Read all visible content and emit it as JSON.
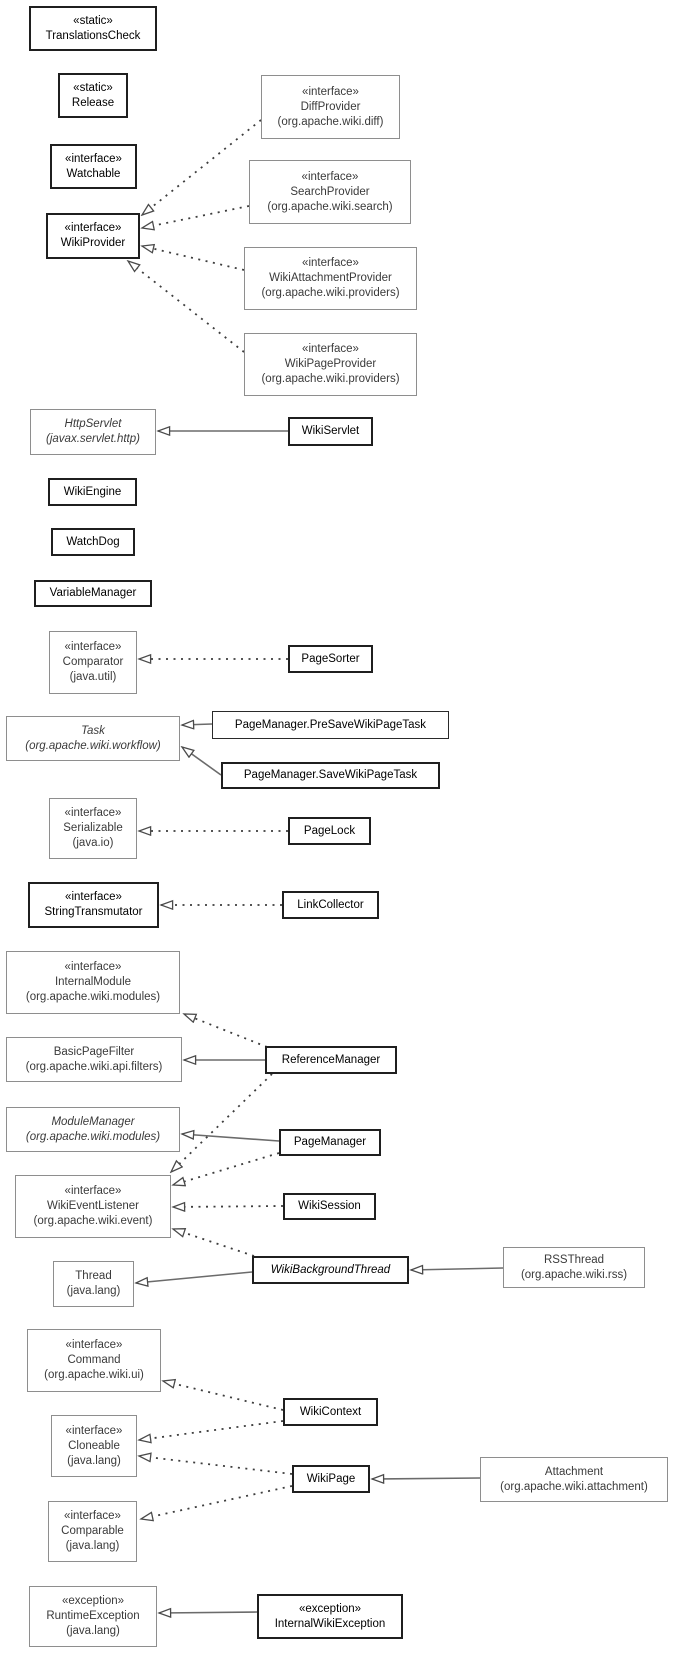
{
  "diagram": {
    "kind": "uml-class-diagram",
    "stereotype_static": "«static»",
    "stereotype_interface": "«interface»",
    "stereotype_exception": "«exception»"
  },
  "nodes": {
    "translations_check": {
      "stereotype": "«static»",
      "name": "TranslationsCheck"
    },
    "release": {
      "stereotype": "«static»",
      "name": "Release"
    },
    "watchable": {
      "stereotype": "«interface»",
      "name": "Watchable"
    },
    "wiki_provider": {
      "stereotype": "«interface»",
      "name": "WikiProvider"
    },
    "diff_provider": {
      "stereotype": "«interface»",
      "name": "DiffProvider",
      "package": "(org.apache.wiki.diff)"
    },
    "search_provider": {
      "stereotype": "«interface»",
      "name": "SearchProvider",
      "package": "(org.apache.wiki.search)"
    },
    "wiki_attachment_provider": {
      "stereotype": "«interface»",
      "name": "WikiAttachmentProvider",
      "package": "(org.apache.wiki.providers)"
    },
    "wiki_page_provider": {
      "stereotype": "«interface»",
      "name": "WikiPageProvider",
      "package": "(org.apache.wiki.providers)"
    },
    "http_servlet": {
      "name": "HttpServlet",
      "package": "(javax.servlet.http)"
    },
    "wiki_servlet": {
      "name": "WikiServlet"
    },
    "wiki_engine": {
      "name": "WikiEngine"
    },
    "watch_dog": {
      "name": "WatchDog"
    },
    "variable_manager": {
      "name": "VariableManager"
    },
    "comparator": {
      "stereotype": "«interface»",
      "name": "Comparator",
      "package": "(java.util)"
    },
    "page_sorter": {
      "name": "PageSorter"
    },
    "task": {
      "name": "Task",
      "package": "(org.apache.wiki.workflow)"
    },
    "pre_save_task": {
      "name": "PageManager.PreSaveWikiPageTask"
    },
    "save_task": {
      "name": "PageManager.SaveWikiPageTask"
    },
    "serializable": {
      "stereotype": "«interface»",
      "name": "Serializable",
      "package": "(java.io)"
    },
    "page_lock": {
      "name": "PageLock"
    },
    "string_transmutator": {
      "stereotype": "«interface»",
      "name": "StringTransmutator"
    },
    "link_collector": {
      "name": "LinkCollector"
    },
    "internal_module": {
      "stereotype": "«interface»",
      "name": "InternalModule",
      "package": "(org.apache.wiki.modules)"
    },
    "basic_page_filter": {
      "name": "BasicPageFilter",
      "package": "(org.apache.wiki.api.filters)"
    },
    "reference_manager": {
      "name": "ReferenceManager"
    },
    "module_manager": {
      "name": "ModuleManager",
      "package": "(org.apache.wiki.modules)"
    },
    "page_manager": {
      "name": "PageManager"
    },
    "wiki_event_listener": {
      "stereotype": "«interface»",
      "name": "WikiEventListener",
      "package": "(org.apache.wiki.event)"
    },
    "wiki_session": {
      "name": "WikiSession"
    },
    "thread": {
      "name": "Thread",
      "package": "(java.lang)"
    },
    "wiki_background_thread": {
      "name": "WikiBackgroundThread"
    },
    "rss_thread": {
      "name": "RSSThread",
      "package": "(org.apache.wiki.rss)"
    },
    "command": {
      "stereotype": "«interface»",
      "name": "Command",
      "package": "(org.apache.wiki.ui)"
    },
    "wiki_context": {
      "name": "WikiContext"
    },
    "cloneable": {
      "stereotype": "«interface»",
      "name": "Cloneable",
      "package": "(java.lang)"
    },
    "wiki_page": {
      "name": "WikiPage"
    },
    "attachment": {
      "name": "Attachment",
      "package": "(org.apache.wiki.attachment)"
    },
    "comparable": {
      "stereotype": "«interface»",
      "name": "Comparable",
      "package": "(java.lang)"
    },
    "runtime_exception": {
      "stereotype": "«exception»",
      "name": "RuntimeException",
      "package": "(java.lang)"
    },
    "internal_wiki_exception": {
      "stereotype": "«exception»",
      "name": "InternalWikiException"
    }
  },
  "edges": [
    {
      "from": "DiffProvider",
      "to": "WikiProvider",
      "type": "implements"
    },
    {
      "from": "SearchProvider",
      "to": "WikiProvider",
      "type": "implements"
    },
    {
      "from": "WikiAttachmentProvider",
      "to": "WikiProvider",
      "type": "implements"
    },
    {
      "from": "WikiPageProvider",
      "to": "WikiProvider",
      "type": "implements"
    },
    {
      "from": "WikiServlet",
      "to": "HttpServlet",
      "type": "extends"
    },
    {
      "from": "PageSorter",
      "to": "Comparator",
      "type": "implements"
    },
    {
      "from": "PageManager.PreSaveWikiPageTask",
      "to": "Task",
      "type": "extends"
    },
    {
      "from": "PageManager.SaveWikiPageTask",
      "to": "Task",
      "type": "extends"
    },
    {
      "from": "PageLock",
      "to": "Serializable",
      "type": "implements"
    },
    {
      "from": "LinkCollector",
      "to": "StringTransmutator",
      "type": "implements"
    },
    {
      "from": "ReferenceManager",
      "to": "InternalModule",
      "type": "implements"
    },
    {
      "from": "ReferenceManager",
      "to": "BasicPageFilter",
      "type": "extends"
    },
    {
      "from": "ReferenceManager",
      "to": "WikiEventListener",
      "type": "implements"
    },
    {
      "from": "PageManager",
      "to": "ModuleManager",
      "type": "extends"
    },
    {
      "from": "PageManager",
      "to": "WikiEventListener",
      "type": "implements"
    },
    {
      "from": "WikiSession",
      "to": "WikiEventListener",
      "type": "implements"
    },
    {
      "from": "WikiBackgroundThread",
      "to": "WikiEventListener",
      "type": "implements"
    },
    {
      "from": "WikiBackgroundThread",
      "to": "Thread",
      "type": "extends"
    },
    {
      "from": "RSSThread",
      "to": "WikiBackgroundThread",
      "type": "extends"
    },
    {
      "from": "WikiContext",
      "to": "Command",
      "type": "implements"
    },
    {
      "from": "WikiContext",
      "to": "Cloneable",
      "type": "implements"
    },
    {
      "from": "WikiPage",
      "to": "Cloneable",
      "type": "implements"
    },
    {
      "from": "WikiPage",
      "to": "Comparable",
      "type": "implements"
    },
    {
      "from": "Attachment",
      "to": "WikiPage",
      "type": "extends"
    },
    {
      "from": "InternalWikiException",
      "to": "RuntimeException",
      "type": "extends"
    }
  ],
  "colors": {
    "class_border": "#1f1f1f",
    "external_border": "#8e8e8e",
    "line_solid": "#6b6b6b",
    "line_dashed": "#3d3d3d"
  }
}
